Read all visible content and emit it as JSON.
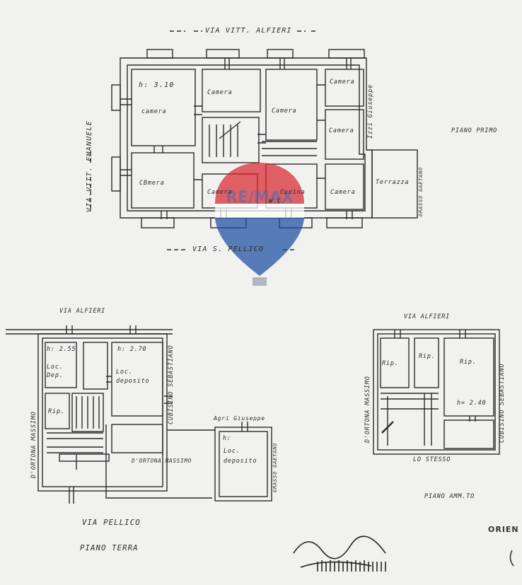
{
  "upper_floor": {
    "street_top": "VIA VITT. ALFIERI",
    "street_left": "VIA VITT. EMANUELE",
    "street_bottom": "VIA S. PELLICO",
    "height": "h: 3.10",
    "rooms": [
      "Camera",
      "camera",
      "Camera",
      "Camera",
      "Camera",
      "CBmera",
      "Camera",
      "Cucina",
      "Camera"
    ],
    "wc": "W.C.",
    "terrace": "Terrazza",
    "neighbor_right": "Izzi Giuseppe",
    "neighbor_terrace": "GRASSO GAETANO",
    "floor_name": "PIANO PRIMO"
  },
  "ground_floor": {
    "street_top": "VIA ALFIERI",
    "height_left": "h: 2.55",
    "height_mid": "h: 2.70",
    "height_right": "h:",
    "rooms": [
      "Loc. Dep.",
      "Loc. deposito",
      "Rip.",
      "Loc. deposito"
    ],
    "neighbor_left": "D'ORTONA MASSIMO",
    "neighbor_right": "CUBISINO SEBASTIANO",
    "neighbor_mid": "D'ORTONA MASSIMO",
    "neighbor_top": "Agri Giuseppe",
    "neighbor_far": "GRASSO GAETANO",
    "street_bottom": "VIA PELLICO",
    "floor_name": "PIANO TERRA"
  },
  "attic": {
    "street_top": "VIA ALFIERI",
    "rooms": [
      "Rip.",
      "Rip.",
      "Rip."
    ],
    "height": "h= 2.40",
    "neighbor_left": "D'ORTONA MASSIMO",
    "neighbor_right": "CUBISINO SEBASTIANO",
    "neighbor_bottom": "LO STESSO",
    "floor_name": "PIANO AMM.TO"
  },
  "orientation": "ORIEN",
  "watermark": {
    "text": "RE/MAX",
    "colors": {
      "red": "#d8272f",
      "blue": "#1c4fa0",
      "white": "#ffffff"
    }
  }
}
